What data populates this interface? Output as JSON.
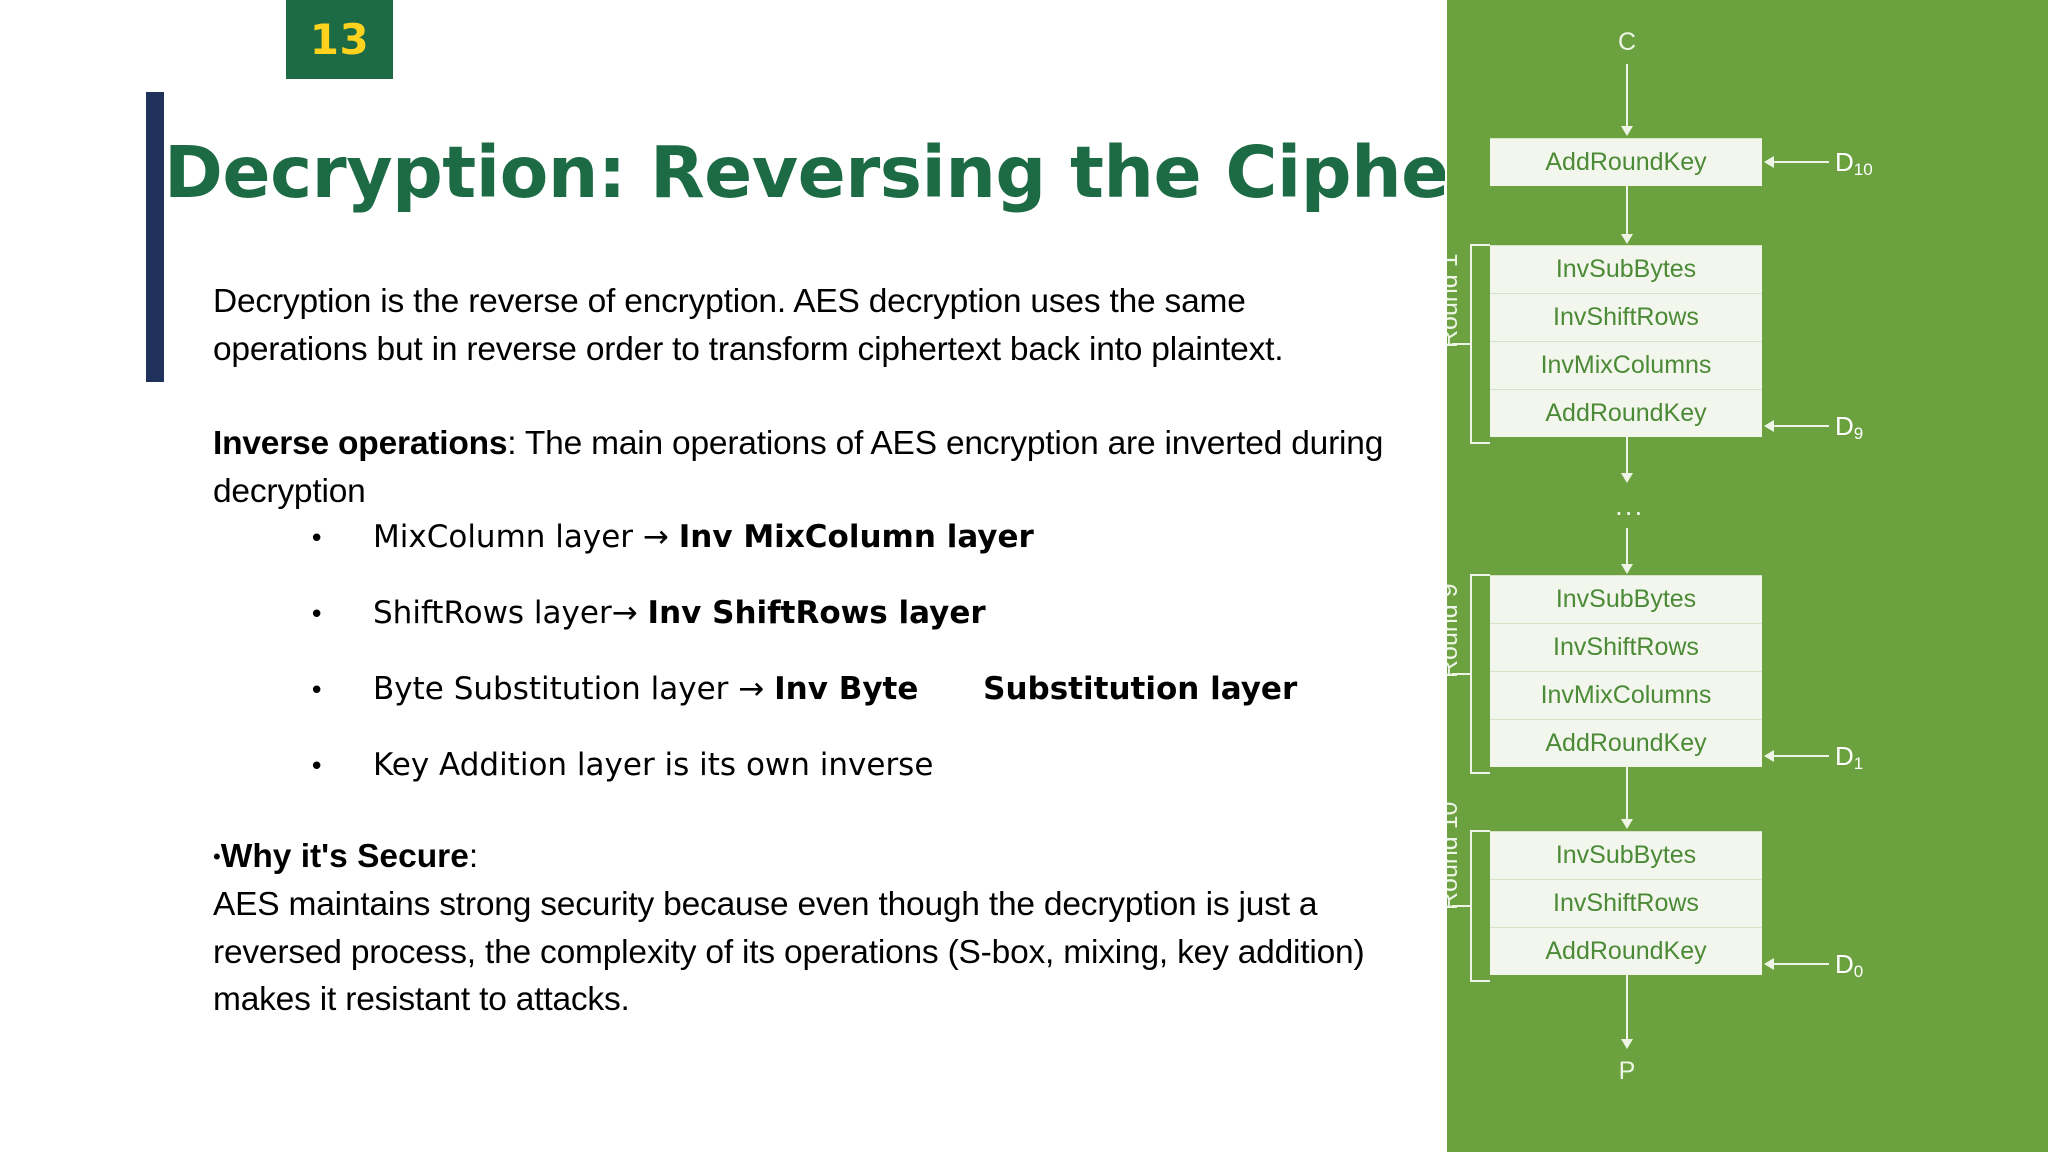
{
  "slide": {
    "number": "13",
    "title": "Decryption: Reversing the Cipher",
    "accent_colors": {
      "badge_bg": "#1c6b45",
      "badge_text": "#ffd21e",
      "title_text": "#1c6b45",
      "accent_bar": "#20315c",
      "panel_bg": "#6ba23f",
      "node_bg": "#f2f6ec",
      "node_text": "#4b8a36"
    }
  },
  "body": {
    "intro": "Decryption is the reverse of encryption. AES decryption uses the same operations but in reverse order to transform ciphertext back into plaintext.",
    "inverse_lead_bold": "Inverse operations",
    "inverse_lead_rest": ": The main operations of AES encryption are inverted during decryption",
    "operations": [
      {
        "bullet": "•",
        "plain": "MixColumn layer → ",
        "bold": "Inv MixColumn layer"
      },
      {
        "bullet": "•",
        "plain": "ShiftRows layer→ ",
        "bold": "Inv ShiftRows layer"
      },
      {
        "bullet": "•",
        "plain": "Byte Substitution layer → ",
        "bold": "Inv Byte      Substitution layer"
      },
      {
        "bullet": "•",
        "plain": "Key Addition layer is its own inverse",
        "bold": ""
      }
    ],
    "why_bullet": "•",
    "why_heading_bold": "Why it's Secure",
    "why_heading_rest": ":",
    "why_text": "AES maintains strong security because even though the decryption is just a reversed process, the complexity of its operations (S-box, mixing, key addition) makes it resistant to attacks."
  },
  "diagram": {
    "input_label": "C",
    "output_label": "P",
    "ellipsis": "...",
    "top_node": "AddRoundKey",
    "top_key": "D",
    "top_key_sub": "10",
    "rounds": [
      {
        "name": "Round 1",
        "nodes": [
          "InvSubBytes",
          "InvShiftRows",
          "InvMixColumns",
          "AddRoundKey"
        ],
        "key": "D",
        "key_sub": "9"
      },
      {
        "name": "Round 9",
        "nodes": [
          "InvSubBytes",
          "InvShiftRows",
          "InvMixColumns",
          "AddRoundKey"
        ],
        "key": "D",
        "key_sub": "1"
      },
      {
        "name": "Round 10",
        "nodes": [
          "InvSubBytes",
          "InvShiftRows",
          "AddRoundKey"
        ],
        "key": "D",
        "key_sub": "0"
      }
    ]
  }
}
